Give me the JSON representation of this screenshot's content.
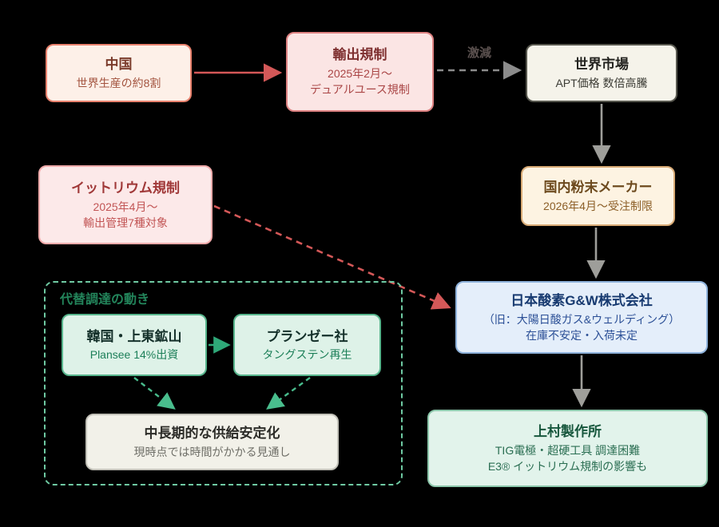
{
  "palette": {
    "background": "#000000",
    "red_arrow": "#d45858",
    "gray_solid_arrow": "#9e9e9a",
    "gray_dashed_arrow": "#8c8c8c",
    "green_solid_arrow": "#2fa878",
    "green_dashed_arrow": "#49bd8d",
    "group_border": "#6fcaa3"
  },
  "nodes": {
    "china": {
      "title": "中国",
      "line1": "世界生産の約8割"
    },
    "export_regulation": {
      "title": "輸出規制",
      "line1": "2025年2月〜",
      "line2": "デュアルユース規制"
    },
    "world_market": {
      "title": "世界市場",
      "line1": "APT価格 数倍高騰"
    },
    "yttrium_regulation": {
      "title": "イットリウム規制",
      "line1": "2025年4月〜",
      "line2": "輸出管理7種対象"
    },
    "domestic_powder_maker": {
      "title": "国内粉末メーカー",
      "line1": "2026年4月〜受注制限"
    },
    "nippon_sanso_gw": {
      "title": "日本酸素G&W株式会社",
      "line1": "（旧：大陽日酸ガス&ウェルディング）",
      "line2": "在庫不安定・入荷未定"
    },
    "uemura_seisakusho": {
      "title": "上村製作所",
      "line1": "TIG電極・超硬工具 調達困難",
      "line2": "E3® イットリウム規制の影響も"
    },
    "korea_sangdong_mine": {
      "title": "韓国・上東鉱山",
      "line1": "Plansee 14%出資"
    },
    "plansee": {
      "title": "プランゼー社",
      "line1": "タングステン再生"
    },
    "supply_stabilization": {
      "title": "中長期的な供給安定化",
      "line1": "現時点では時間がかかる見通し"
    }
  },
  "edge_labels": {
    "sharp_decline": "激減"
  },
  "group_labels": {
    "alternative_sourcing": "代替調達の動き"
  }
}
